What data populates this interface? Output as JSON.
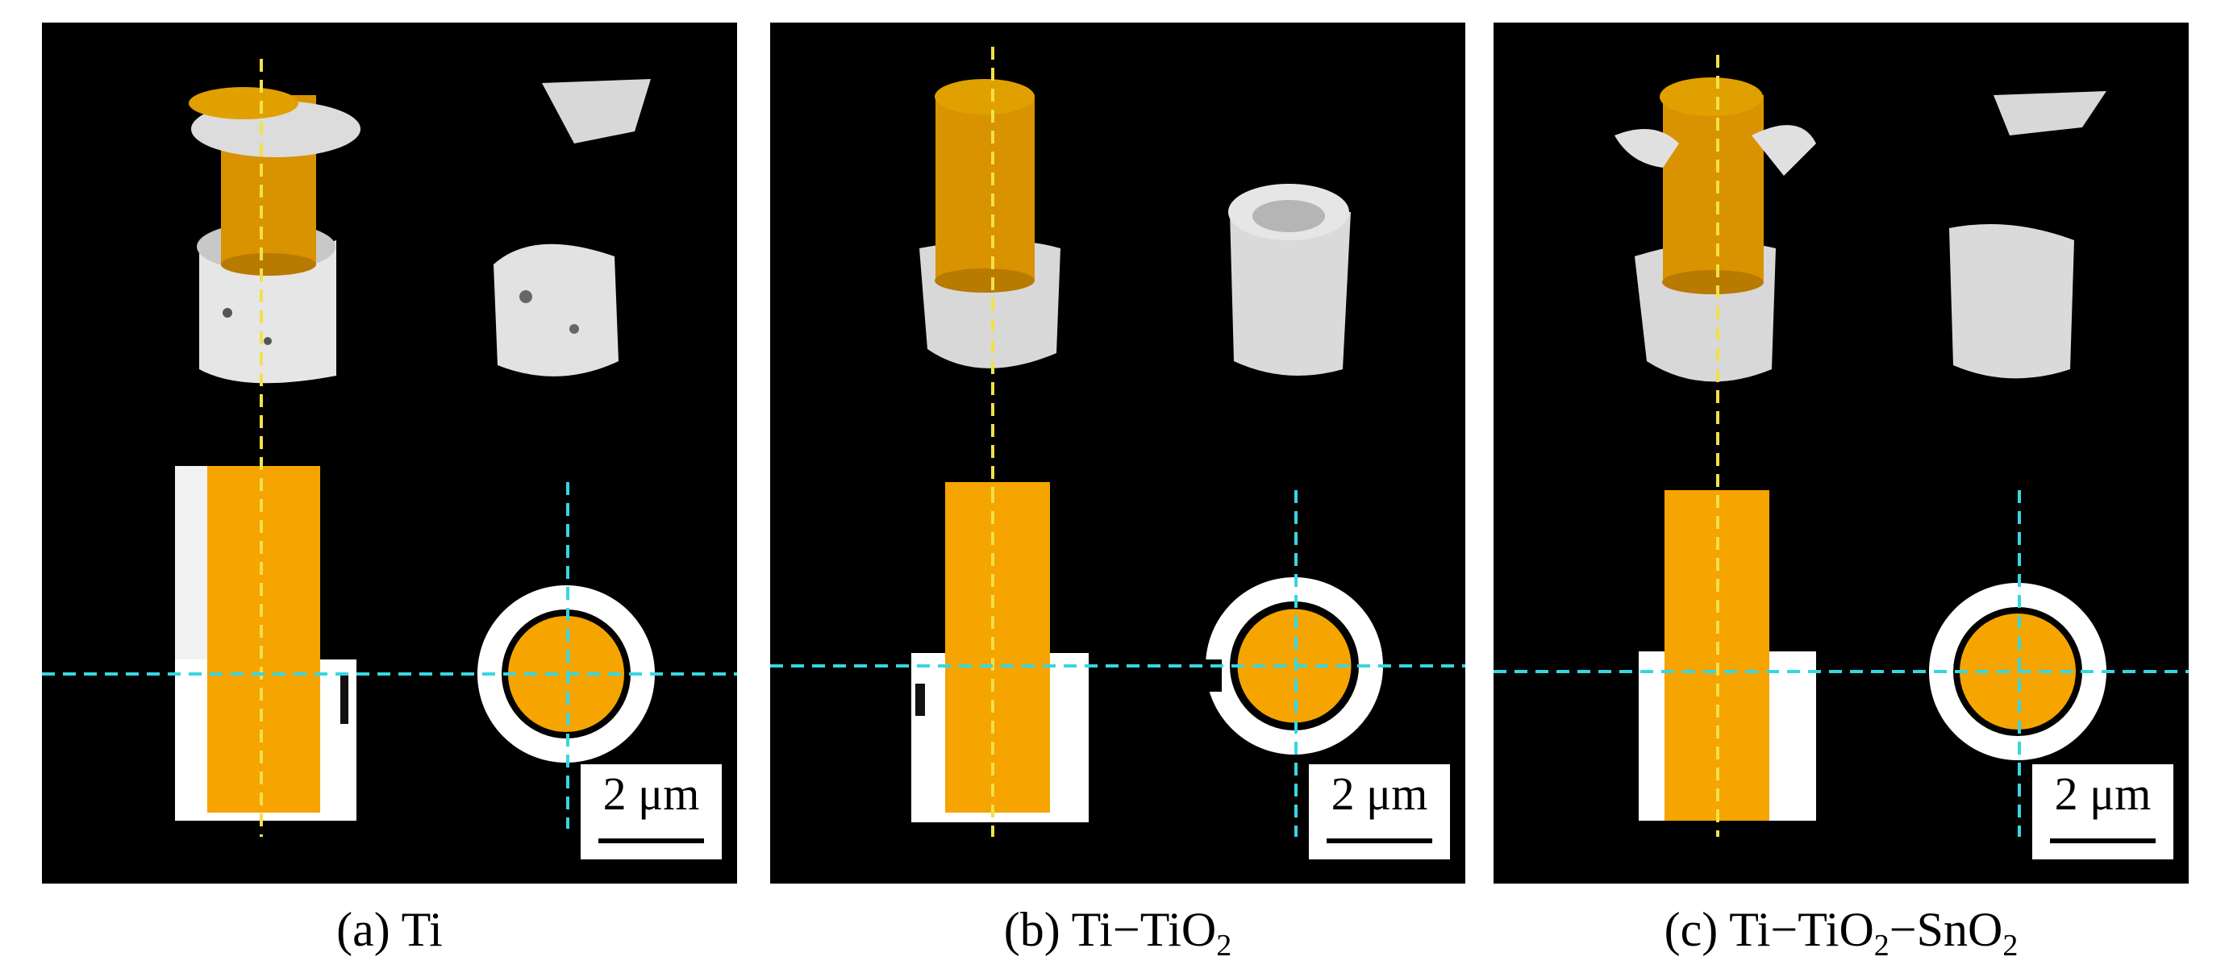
{
  "panels": [
    {
      "id": "a",
      "caption_label": "(a)",
      "caption_text": "Ti",
      "scale_label": "2 μm"
    },
    {
      "id": "b",
      "caption_label": "(b)",
      "caption_text": "Ti−TiO",
      "caption_sub": "2",
      "scale_label": "2 μm"
    },
    {
      "id": "c",
      "caption_label": "(c)",
      "caption_text": "Ti−TiO",
      "caption_sub": "2",
      "caption_text2": "−SnO",
      "caption_sub2": "2",
      "scale_label": "2 μm"
    }
  ],
  "colors": {
    "background": "#000000",
    "core": "#f5a400",
    "core_3d": "#d99200",
    "shell": "#ffffff",
    "shell_3d": "#d4d4d4",
    "guide_yellow": "#f2e04a",
    "guide_cyan": "#38d6e0"
  }
}
